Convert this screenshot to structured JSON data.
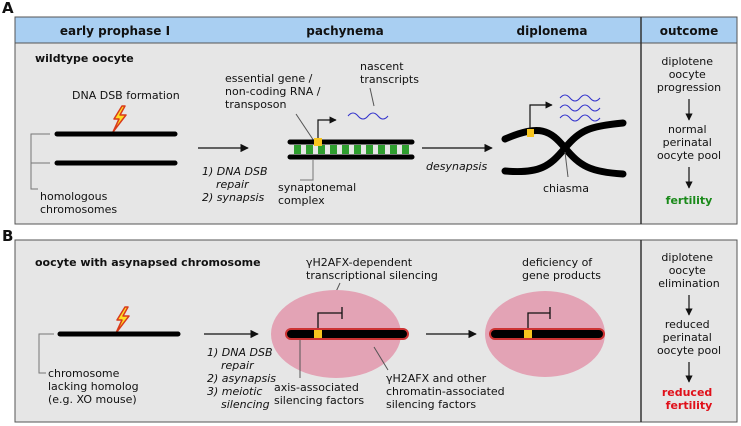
{
  "panel_a": {
    "letter": "A",
    "headers": [
      "early prophase I",
      "pachynema",
      "diplonema",
      "outcome"
    ],
    "title": "wildtype oocyte",
    "dsb_label": "DNA DSB formation",
    "homolog_label": [
      "homologous",
      "chromosomes"
    ],
    "arrow1_text": [
      "1) DNA DSB",
      "repair",
      "2) synapsis"
    ],
    "gene_label": [
      "essential gene /",
      "non-coding RNA /",
      "transposon"
    ],
    "nascent_label": [
      "nascent",
      "transcripts"
    ],
    "sc_label": [
      "synaptonemal",
      "complex"
    ],
    "desynapsis": "desynapsis",
    "chiasma": "chiasma",
    "outcome": {
      "step1": [
        "diplotene",
        "oocyte",
        "progression"
      ],
      "step2": [
        "normal",
        "perinatal",
        "oocyte pool"
      ],
      "final": "fertility"
    }
  },
  "panel_b": {
    "letter": "B",
    "title": "oocyte with asynapsed chromosome",
    "lacking_label": [
      "chromosome",
      "lacking homolog",
      "(e.g. XO mouse)"
    ],
    "arrow1_text": [
      "1) DNA DSB",
      "repair",
      "2) asynapsis",
      "3) meiotic",
      "silencing"
    ],
    "silencing_label": [
      "γH2AFX-dependent",
      "transcriptional silencing"
    ],
    "deficiency_label": [
      "deficiency of",
      "gene products"
    ],
    "axis_label": [
      "axis-associated",
      "silencing factors"
    ],
    "gh2afx_label": [
      "γH2AFX and other",
      "chromatin-associated",
      "silencing factors"
    ],
    "outcome": {
      "step1": [
        "diplotene",
        "oocyte",
        "elimination"
      ],
      "step2": [
        "reduced",
        "perinatal",
        "oocyte pool"
      ],
      "final": [
        "reduced",
        "fertility"
      ]
    }
  },
  "colors": {
    "panel_bg": "#e6e6e6",
    "header_bg": "#a9cff2",
    "sc_green": "#2f9e2f",
    "gene_yellow": "#f7c51e",
    "silencing_pink": "#e3a3b5",
    "axis_red": "#cc3333",
    "transcript_blue": "#3333cc",
    "fertility_green": "#1a8a1a",
    "reduced_red": "#e0101a",
    "bolt_yellow": "#ffdd22",
    "bolt_red": "#d93a1a"
  }
}
